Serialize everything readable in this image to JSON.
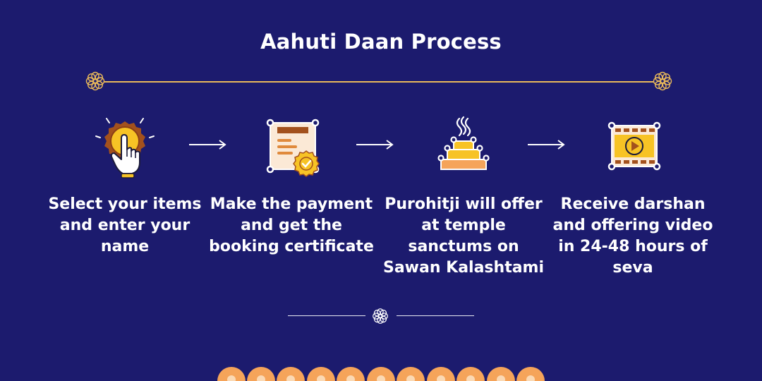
{
  "title": "Aahuti Daan Process",
  "colors": {
    "background": "#1c1b6e",
    "accent_gold": "#e9b95a",
    "accent_yellow": "#f7c325",
    "accent_brown": "#a3511d",
    "flower_orange": "#f5a45a"
  },
  "steps": [
    {
      "icon": "hand-tap-icon",
      "label": "Select your items and enter your name"
    },
    {
      "icon": "certificate-icon",
      "label": "Make the payment and get the booking certificate"
    },
    {
      "icon": "havan-kund-icon",
      "label": "Purohitji will offer at temple sanctums on Sawan Kalashtami"
    },
    {
      "icon": "video-film-icon",
      "label": "Receive darshan and offering video in 24-48 hours of seva"
    }
  ]
}
